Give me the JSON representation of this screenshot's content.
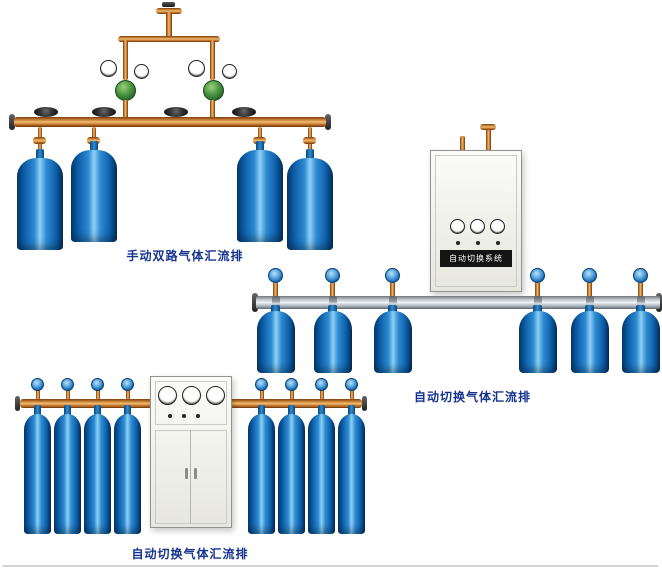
{
  "page": {
    "background": "#ffffff"
  },
  "products": {
    "manual": {
      "caption": "手动双路气体汇流排"
    },
    "auto_wall": {
      "caption": "自动切换气体汇流排",
      "cabinet_label": "自动切换系统"
    },
    "auto_floor": {
      "caption": "自动切换气体汇流排"
    }
  },
  "colors": {
    "cylinder_blue": "#1373c0",
    "brass": "#c77f31",
    "silver_pipe": "#b9c2c9",
    "caption_text": "#16338e",
    "cabinet_body": "#f2f2ec",
    "panel_black": "#141414"
  }
}
